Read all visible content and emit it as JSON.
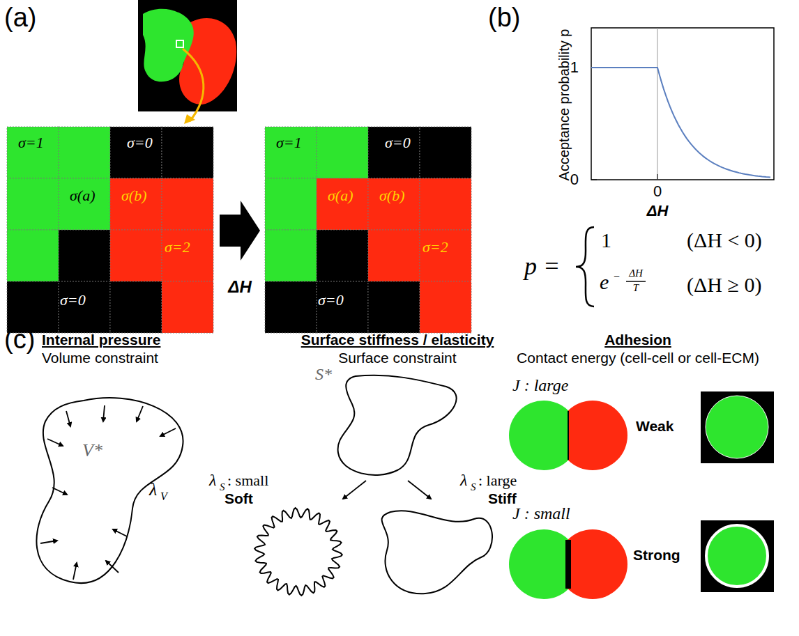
{
  "diagram": {
    "labels": [
      "(a)",
      "σ=1",
      "σ=0",
      "σ(a)",
      "σ(b)",
      "σ=2",
      "σ=0",
      "ΔH",
      "σ=1",
      "σ=0",
      "σ(a)",
      "σ(b)",
      "σ=2",
      "σ=0",
      "(b)",
      "Acceptance probability p",
      "1",
      "0",
      "0",
      "ΔH",
      "p =",
      "1",
      "(ΔH < 0)",
      "e",
      "−",
      "ΔH",
      "T",
      "(ΔH ≥ 0)",
      "(c)",
      "Internal pressure",
      "Volume constraint",
      "V*",
      "λ",
      "V",
      "Surface stiffness / elasticity",
      "Surface constraint",
      "S*",
      "λ",
      "S",
      ": small",
      "Soft",
      "λ",
      "S",
      ": large",
      "Stiff",
      "Adhesion",
      "Contact energy (cell-cell or cell-ECM)",
      "J : large",
      "Weak",
      "J : small",
      "Strong"
    ]
  }
}
